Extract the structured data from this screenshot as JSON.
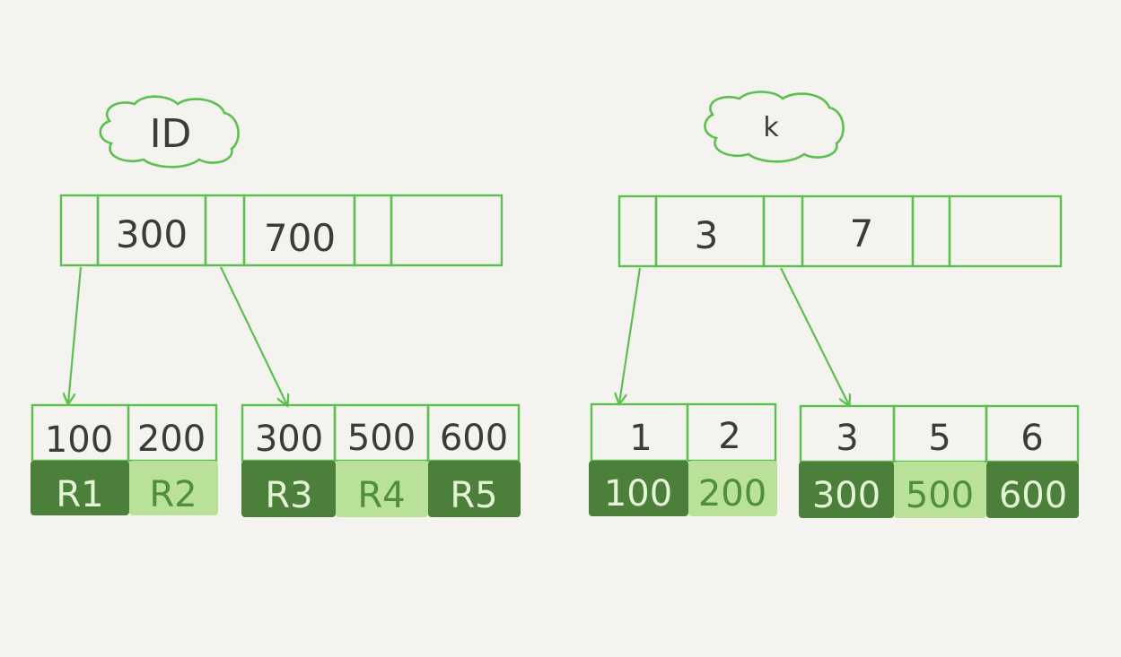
{
  "colors": {
    "background": "#f4f3ef",
    "line": "#5cc04f",
    "dark_fill": "#4b7f3a",
    "light_fill": "#b9e19a",
    "text": "#3a3c3a"
  },
  "id_tree": {
    "label": "ID",
    "root_keys": [
      "300",
      "700"
    ],
    "leaves": [
      {
        "keys": [
          "100",
          "200"
        ],
        "values": [
          "R1",
          "R2"
        ]
      },
      {
        "keys": [
          "300",
          "500",
          "600"
        ],
        "values": [
          "R3",
          "R4",
          "R5"
        ]
      }
    ]
  },
  "k_tree": {
    "label": "k",
    "root_keys": [
      "3",
      "7"
    ],
    "leaves": [
      {
        "keys": [
          "1",
          "2"
        ],
        "values": [
          "100",
          "200"
        ]
      },
      {
        "keys": [
          "3",
          "5",
          "6"
        ],
        "values": [
          "300",
          "500",
          "600"
        ]
      }
    ]
  }
}
